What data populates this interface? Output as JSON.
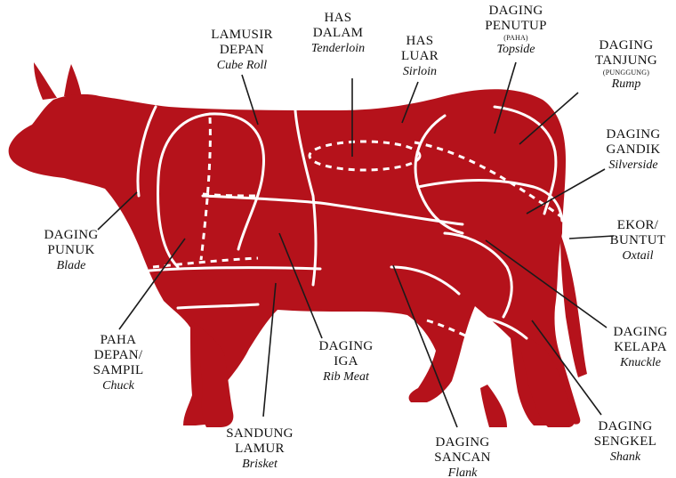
{
  "colors": {
    "meat": "#b5121b",
    "cut_line": "#ffffff",
    "leader": "#1a1a1a",
    "text": "#111111"
  },
  "labels": {
    "lamusir": {
      "l1": "LAMUSIR",
      "l2": "DEPAN",
      "en": "Cube Roll"
    },
    "has_dalam": {
      "l1": "HAS",
      "l2": "DALAM",
      "en": "Tenderloin"
    },
    "has_luar": {
      "l1": "HAS",
      "l2": "LUAR",
      "en": "Sirloin"
    },
    "penutup": {
      "l1": "DAGING",
      "l2": "PENUTUP",
      "sm": "(PAHA)",
      "en": "Topside"
    },
    "tanjung": {
      "l1": "DAGING",
      "l2": "TANJUNG",
      "sm": "(PUNGGUNG)",
      "en": "Rump"
    },
    "gandik": {
      "l1": "DAGING",
      "l2": "GANDIK",
      "en": "Silverside"
    },
    "ekor": {
      "l1": "EKOR/",
      "l2": "BUNTUT",
      "en": "Oxtail"
    },
    "punuk": {
      "l1": "DAGING",
      "l2": "PUNUK",
      "en": "Blade"
    },
    "paha_depan": {
      "l1": "PAHA",
      "l2": "DEPAN/",
      "l3": "SAMPIL",
      "en": "Chuck"
    },
    "iga": {
      "l1": "DAGING",
      "l2": "IGA",
      "en": "Rib Meat"
    },
    "kelapa": {
      "l1": "DAGING",
      "l2": "KELAPA",
      "en": "Knuckle"
    },
    "sandung": {
      "l1": "SANDUNG",
      "l2": "LAMUR",
      "en": "Brisket"
    },
    "sancan": {
      "l1": "DAGING",
      "l2": "SANCAN",
      "en": "Flank"
    },
    "sengkel": {
      "l1": "DAGING",
      "l2": "SENGKEL",
      "en": "Shank"
    }
  }
}
